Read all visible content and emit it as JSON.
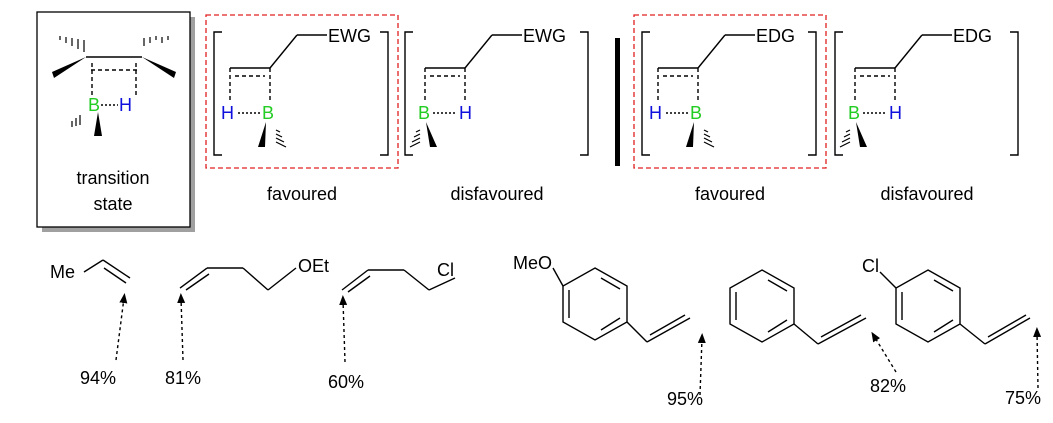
{
  "transition_state_box": {
    "line1": "transition",
    "line2": "state"
  },
  "panels": [
    {
      "group": "EWG",
      "substituent": "EWG",
      "h_atom": "H",
      "b_atom": "B",
      "caption": "favoured",
      "highlighted": true
    },
    {
      "group": "EWG",
      "substituent": "EWG",
      "h_atom": "H",
      "b_atom": "B",
      "caption": "disfavoured",
      "highlighted": false
    },
    {
      "group": "EDG",
      "substituent": "EDG",
      "h_atom": "H",
      "b_atom": "B",
      "caption": "favoured",
      "highlighted": true
    },
    {
      "group": "EDG",
      "substituent": "EDG",
      "h_atom": "H",
      "b_atom": "B",
      "caption": "disfavoured",
      "highlighted": false
    }
  ],
  "ts_atoms": {
    "b_atom": "B",
    "h_atom": "H"
  },
  "substrates": [
    {
      "substituent": "Me",
      "selectivity": "94%"
    },
    {
      "substituent": "OEt",
      "selectivity": "81%"
    },
    {
      "substituent": "Cl",
      "selectivity": "60%"
    },
    {
      "substituent": "MeO",
      "selectivity": "95%"
    },
    {
      "substituent": "",
      "selectivity": "82%"
    },
    {
      "substituent": "Cl",
      "selectivity": "75%"
    }
  ],
  "colors": {
    "boron": "#22cc22",
    "hydrogen": "#1010dd",
    "highlight_box": "#e02020",
    "ink": "#000000"
  }
}
